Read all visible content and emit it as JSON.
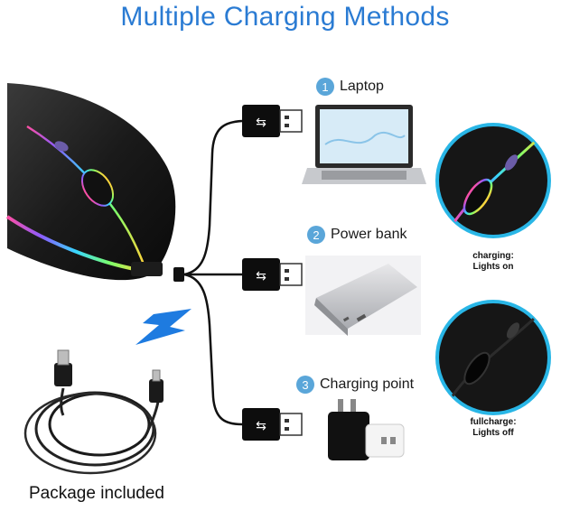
{
  "title": "Multiple Charging Methods",
  "options": [
    {
      "number": "1",
      "label": "Laptop"
    },
    {
      "number": "2",
      "label": "Power bank"
    },
    {
      "number": "3",
      "label": "Charging point"
    }
  ],
  "status": {
    "charging_line1": "charging:",
    "charging_line2": "Lights on",
    "full_line1": "fullcharge:",
    "full_line2": "Lights off"
  },
  "package_label": "Package included",
  "colors": {
    "title": "#2a7bd3",
    "number_badge": "#5aa6d9",
    "zoom_ring": "#29b6e6",
    "bolt": "#1e7be0"
  }
}
